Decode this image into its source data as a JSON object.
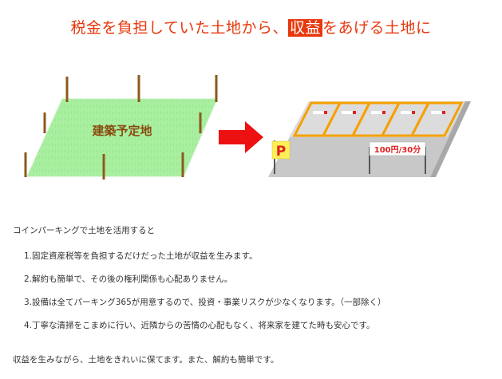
{
  "headline": {
    "before": "税金を負担していた土地から、",
    "highlight": "収益",
    "after": "をあげる土地に"
  },
  "illustration": {
    "land_label": "建築予定地",
    "parking_sign": "P",
    "price_sign": "100円/30分"
  },
  "intro": "コインパーキングで土地を活用すると",
  "benefits": [
    "1.固定資産税等を負担するだけだった土地が収益を生みます。",
    "2.解約も簡単で、その後の権利関係も心配ありません。",
    "3.設備は全てパーキング365が用意するので、投資・事業リスクが少なくなります。（一部除く）",
    "4.丁寧な清掃をこまめに行い、近隣からの苦情の心配もなく、将来家を建てた時も安心です。"
  ],
  "closing": "収益を生みながら、土地をきれいに保てます。また、解約も簡単です。",
  "colors": {
    "headline": "#e8380d",
    "land": "#a8f0a0",
    "post": "#8b5a1e",
    "arrow": "#ee1111",
    "frame": "#f5a000",
    "lot": "#c8c8c8"
  }
}
